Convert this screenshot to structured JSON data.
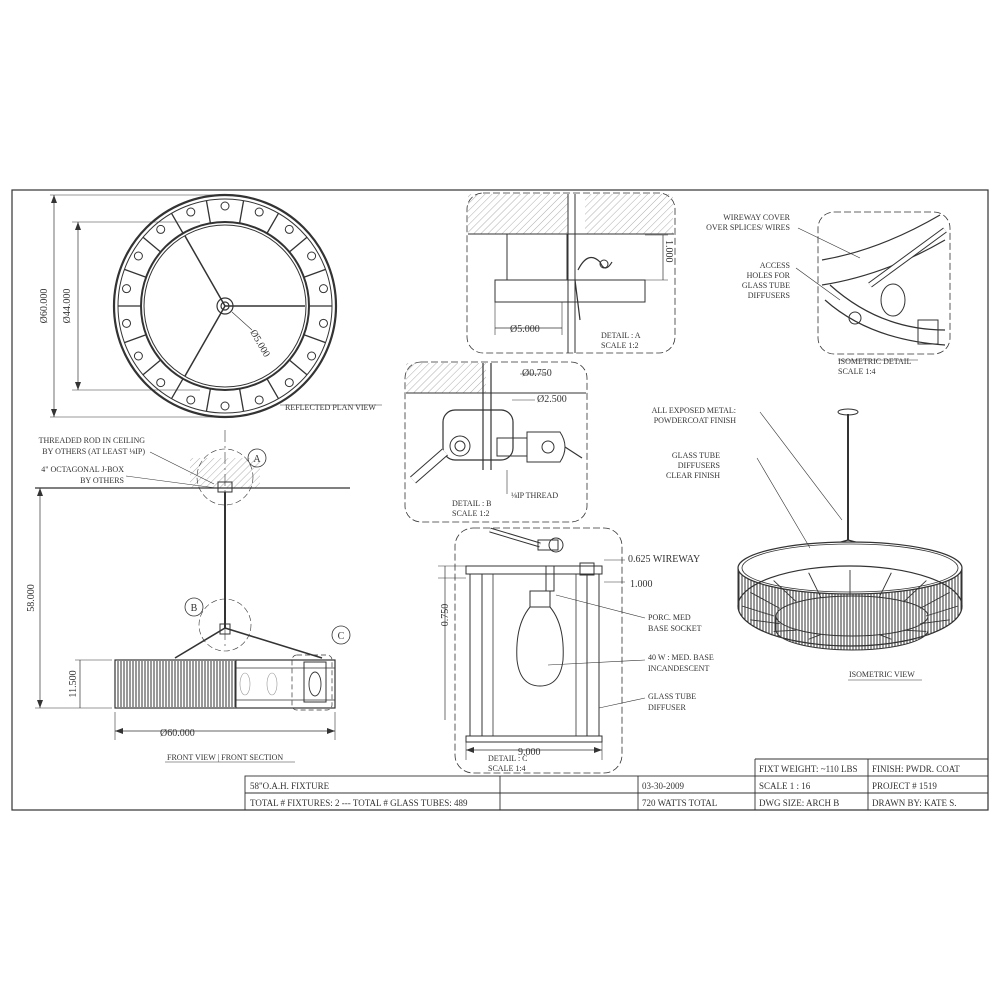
{
  "views": {
    "reflected_plan": "REFLECTED PLAN VIEW",
    "front": "FRONT VIEW | FRONT SECTION",
    "isometric": "ISOMETRIC VIEW",
    "isometric_detail": "ISOMETRIC DETAIL",
    "isometric_detail_scale": "SCALE 1:4",
    "detail_a": "DETAIL : A",
    "detail_a_scale": "SCALE 1:2",
    "detail_b": "DETAIL : B",
    "detail_b_scale": "SCALE 1:2",
    "detail_c": "DETAIL : C",
    "detail_c_scale": "SCALE 1:4"
  },
  "dimensions": {
    "plan_outer": "Ø60.000",
    "plan_inner": "Ø44.000",
    "plan_hub": "Ø5.000",
    "front_drop": "58.000",
    "front_height": "11.500",
    "front_width": "Ø60.000",
    "detail_a_height": "1.000",
    "detail_a_width": "Ø5.000",
    "detail_b_rod": "Ø0.750",
    "detail_b_collar": "Ø2.500",
    "detail_b_thread": "⅛IP THREAD",
    "detail_c_wireway": "0.625 WIREWAY",
    "detail_c_top": "1.000",
    "detail_c_side": "0.750",
    "detail_c_width": "9.000"
  },
  "callouts": {
    "threaded_rod_1": "THREADED ROD IN CEILING",
    "threaded_rod_2": "BY OTHERS (AT LEAST ⅛IP)",
    "jbox_1": "4\" OCTAGONAL J-BOX",
    "jbox_2": "BY OTHERS",
    "marker_a": "A",
    "marker_b": "B",
    "marker_c": "C",
    "wireway_1": "WIREWAY COVER",
    "wireway_2": "OVER SPLICES/ WIRES",
    "access_1": "ACCESS",
    "access_2": "HOLES FOR",
    "access_3": "GLASS TUBE",
    "access_4": "DIFFUSERS",
    "metal_1": "ALL EXPOSED METAL:",
    "metal_2": "POWDERCOAT FINISH",
    "tube_1": "GLASS TUBE",
    "tube_2": "DIFFUSERS",
    "tube_3": "CLEAR FINISH",
    "socket_1": "PORC. MED",
    "socket_2": "BASE SOCKET",
    "lamp_1": "40 W : MED. BASE",
    "lamp_2": "INCANDESCENT",
    "diffuser_1": "GLASS TUBE",
    "diffuser_2": "DIFFUSER"
  },
  "title_block": {
    "fixture_name": "58\"O.A.H. FIXTURE",
    "totals": "TOTAL # FIXTURES: 2  ---  TOTAL # GLASS TUBES: 489",
    "date": "03-30-2009",
    "watts": "720 WATTS TOTAL",
    "weight": "FIXT WEIGHT: ~110 LBS",
    "scale": "SCALE    1 : 16",
    "dwg_size": "DWG SIZE: ARCH B",
    "finish": "FINISH: PWDR. COAT",
    "project": "PROJECT # 1519",
    "drawn_by": "DRAWN BY:  KATE S."
  },
  "colors": {
    "line": "#333333",
    "light": "#999999",
    "paper": "#ffffff"
  }
}
